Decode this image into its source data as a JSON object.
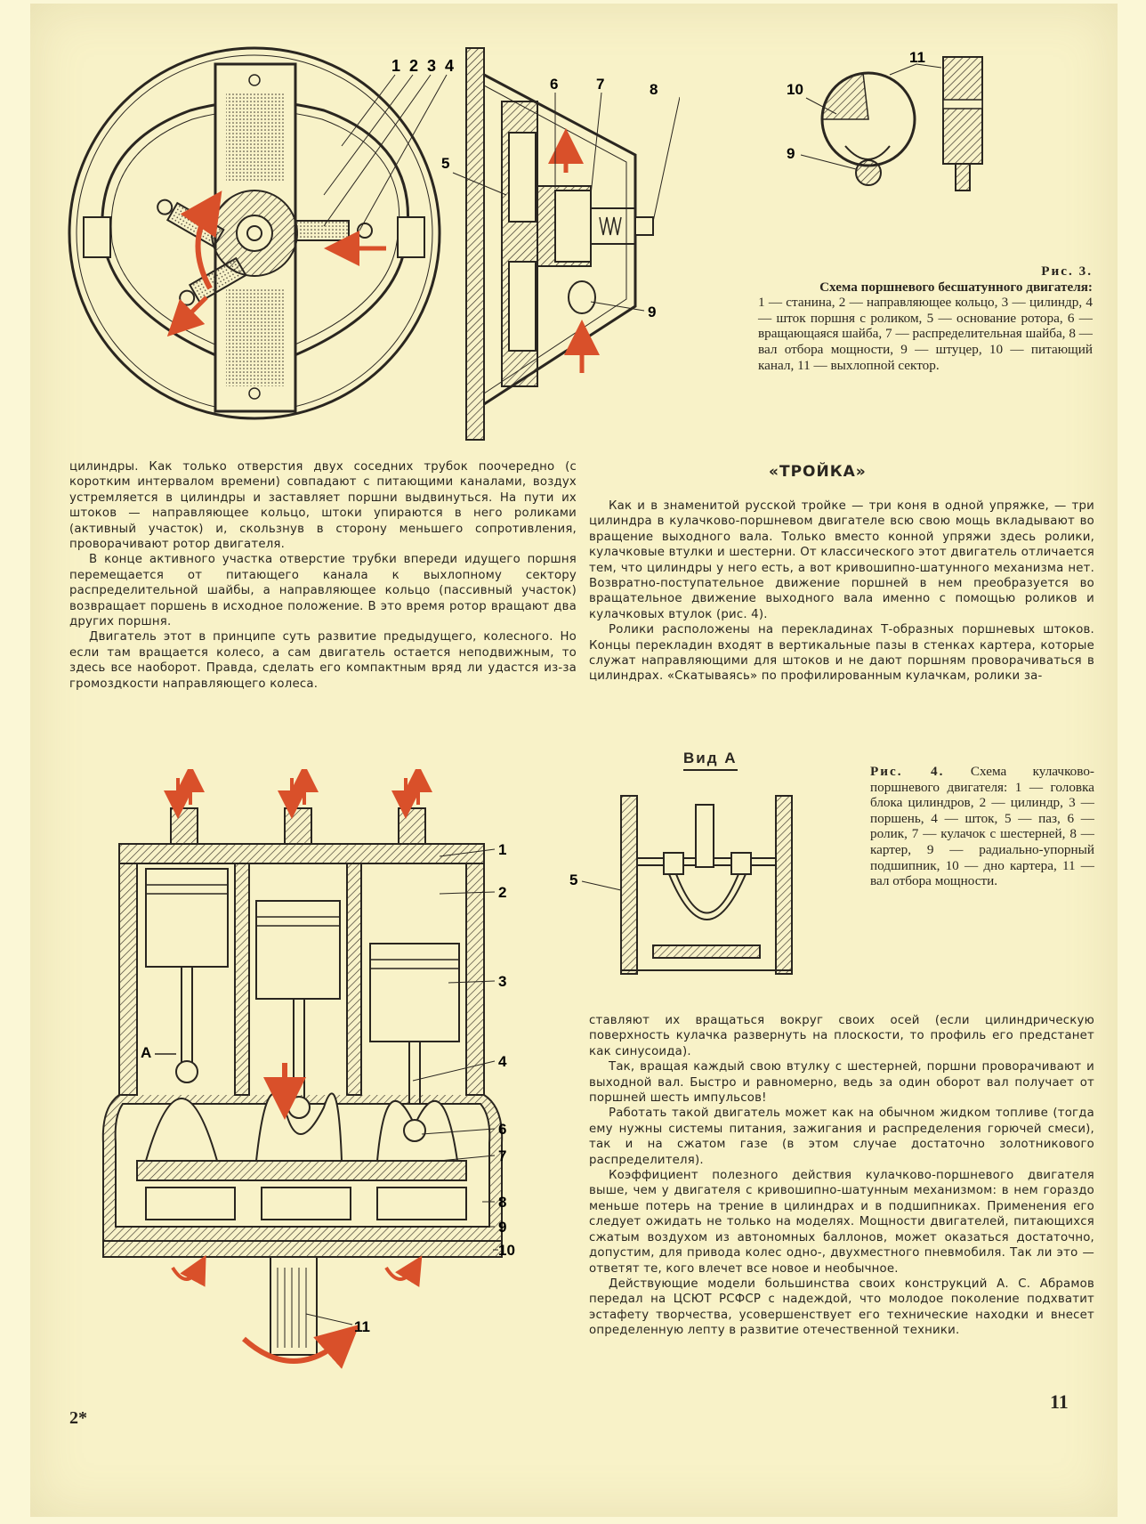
{
  "fig3": {
    "labels": [
      "1",
      "2",
      "3",
      "4",
      "5",
      "6",
      "7",
      "8",
      "9",
      "10",
      "11"
    ],
    "caption_label": "Рис. 3.",
    "caption_title": "Схема поршневого бесшатунного двигателя:",
    "caption_body": "1 — станина, 2 — направляющее кольцо, 3 — цилиндр, 4 — шток поршня с роликом, 5 — основание ротора, 6 — вращающаяся шайба, 7 — распределительная шайба, 8 — вал отбора мощности, 9 — штуцер, 10 — питающий канал, 11 — выхлопной сектор."
  },
  "left_column": {
    "paragraphs": [
      "цилиндры. Как только отверстия двух соседних трубок поочередно (с коротким интервалом времени) совпадают с питающими каналами, воздух устремляется в цилиндры и заставляет поршни выдвинуться. На пути их штоков — направляющее кольцо, штоки упираются в него роликами (активный участок) и, скользнув в сторону меньшего сопротивления, проворачивают ротор двигателя.",
      "В конце активного участка отверстие трубки впереди идущего поршня перемещается от питающего канала к выхлопному сектору распределительной шайбы, а направляющее кольцо (пассивный участок) возвращает поршень в исходное положение. В это время ротор вращают два других поршня.",
      "Двигатель этот в принципе суть развитие предыдущего, колесного. Но если там вращается колесо, а сам двигатель остается неподвижным, то здесь все наоборот. Правда, сделать его компактным вряд ли удастся из-за громоздкости направляющего колеса."
    ]
  },
  "section": {
    "title": "«ТРОЙКА»",
    "paragraphs": [
      "Как и в знаменитой русской тройке — три коня в одной упряжке, — три цилиндра в кулачково-поршневом двигателе всю свою мощь вкладывают во вращение выходного вала. Только вместо конной упряжи здесь ролики, кулачковые втулки и шестерни. От классического этот двигатель отличается тем, что цилиндры у него есть, а вот кривошипно-шатунного механизма нет. Возвратно-поступательное движение поршней в нем преобразуется во вращательное движение выходного вала именно с помощью роликов и кулачковых втулок (рис. 4).",
      "Ролики расположены на перекладинах Т-образных поршневых штоков. Концы перекладин входят в вертикальные пазы в стенках картера, которые служат направляющими для штоков и не дают поршням проворачиваться в цилиндрах. «Скатываясь» по профилированным кулачкам, ролики за-"
    ]
  },
  "fig4": {
    "view_label": "Вид А",
    "a_label": "А",
    "labels": [
      "1",
      "2",
      "3",
      "4",
      "5",
      "6",
      "7",
      "8",
      "9",
      "10",
      "11"
    ],
    "caption_label": "Рис. 4.",
    "caption_body": "Схема кулачково-поршневого двигателя: 1 — головка блока цилиндров, 2 — цилиндр, 3 — поршень, 4 — шток, 5 — паз, 6 — ролик, 7 — кулачок с шестерней, 8 — картер, 9 — радиально-упорный подшипник, 10 — дно картера, 11 — вал отбора мощности."
  },
  "right_column_lower": {
    "paragraphs": [
      "ставляют их вращаться вокруг своих осей (если цилиндрическую поверхность кулачка развернуть на плоскости, то профиль его предстанет как синусоида).",
      "Так, вращая каждый свою втулку с шестерней, поршни проворачивают и выходной вал. Быстро и равномерно, ведь за один оборот вал получает от поршней шесть импульсов!",
      "Работать такой двигатель может как на обычном жидком топливе (тогда ему нужны системы питания, зажигания и распределения горючей смеси), так и на сжатом газе (в этом случае достаточно золотникового распределителя).",
      "Коэффициент полезного действия кулачково-поршневого двигателя выше, чем у двигателя с кривошипно-шатунным механизмом: в нем гораздо меньше потерь на трение в цилиндрах и в подшипниках. Применения его следует ожидать не только на моделях. Мощности двигателей, питающихся сжатым воздухом из автономных баллонов, может оказаться достаточно, допустим, для привода колес одно-, двухместного пневмобиля. Так ли это — ответят те, кого влечет все новое и необычное.",
      "Действующие модели большинства своих конструкций А. С. Абрамов передал на ЦСЮТ РСФСР с надеждой, что молодое поколение подхватит эстафету творчества, усовершенствует его технические находки и внесет определенную лепту в развитие отечественной техники."
    ]
  },
  "footer": {
    "signature_mark": "2*",
    "page_number": "11"
  },
  "colors": {
    "paper": "#f8f2c8",
    "ink": "#2a2620",
    "accent_red": "#d9502a"
  }
}
